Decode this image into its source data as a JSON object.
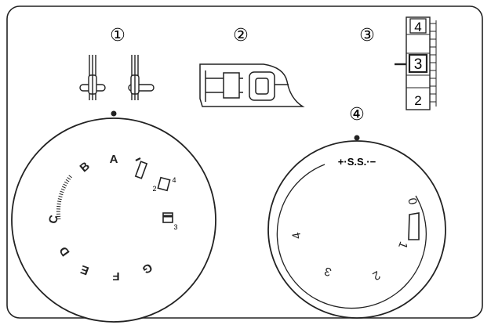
{
  "callouts": [
    "①",
    "②",
    "③",
    "④"
  ],
  "stitch_dial": {
    "letters": [
      "A",
      "B",
      "C",
      "D",
      "E",
      "F",
      "G"
    ],
    "length_marks": [
      "2",
      "4",
      "3"
    ]
  },
  "width_gauge": {
    "numbers": [
      "4",
      "3",
      "2"
    ]
  },
  "length_dial": {
    "ss_label": "+·S.S.·−",
    "numbers": [
      "0",
      "1",
      "2",
      "3",
      "4"
    ]
  }
}
